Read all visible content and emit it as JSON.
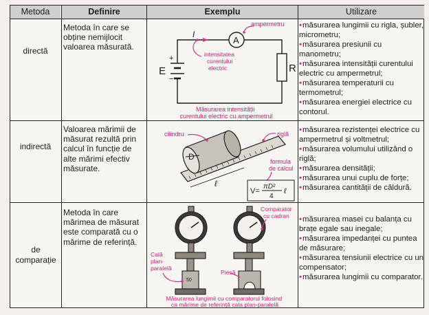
{
  "header": {
    "col_method": "Metoda",
    "col_definition": "Definire",
    "col_example": "Exemplu",
    "col_usage": "Utilizare"
  },
  "rows": [
    {
      "method": "directă",
      "definition": "Metoda în care se obține nemijlocit valoarea măsurată.",
      "example": {
        "labels": {
          "ammeter": "ampermetru",
          "current_label": "intensitatea curentului electric",
          "source_e": "E",
          "resistor_r": "R",
          "meter_a": "A",
          "current_i": "I",
          "plus": "+",
          "minus": "−",
          "caption": "Măsurarea intensității curentului electric cu ampermetrul"
        }
      },
      "usage": [
        "măsurarea lungimii cu rigla, șubler, micrometru;",
        "măsurarea presiunii cu manometru;",
        "măsurarea intensității curentului electric cu ampermetrul;",
        "măsurarea temperaturii cu termometrul;",
        "măsurarea energiei electrice cu contorul."
      ]
    },
    {
      "method": "indirectă",
      "definition": "Valoarea mărimii de măsurat rezultă prin calcul în funcție de alte mărimi efectiv măsurate.",
      "example": {
        "labels": {
          "cylinder": "cilindru",
          "ruler": "riglă",
          "formula_label": "formula de calcul",
          "diameter": "D",
          "length": "ℓ",
          "formula_lhs": "V=",
          "formula_num": "πD²",
          "formula_den": "4",
          "formula_len": "ℓ"
        }
      },
      "usage": [
        "măsurarea rezistenței electrice cu ampermetrul și voltmetrul;",
        "măsurarea volumului utilizând o riglă;",
        "măsurarea densității;",
        "măsurarea unui cuplu de forțe;",
        "măsurarea cantității de căldură."
      ]
    },
    {
      "method": "de comparație",
      "definition": "Metoda în care mărimea de măsurat este comparată cu o mărime de referință.",
      "example": {
        "labels": {
          "comparator": "Comparator cu cadran",
          "plate": "Cală plan-paralelă",
          "piece": "Piesă",
          "block_value": "50",
          "caption": "Măsurarea lungimii cu comparatorul folosind ca mărime de referință cala plan-paralelă"
        }
      },
      "usage": [
        "măsurarea masei cu balanța cu brațe egale sau inegale;",
        "măsurarea impedanței cu puntea de măsurare;",
        "măsurarea tensiunii electrice cu un compensator;",
        "măsurarea lungimii cu comparator."
      ]
    }
  ],
  "colors": {
    "accent": "#d6338a",
    "header_bg": "#cfcfcf",
    "line": "#222222"
  }
}
